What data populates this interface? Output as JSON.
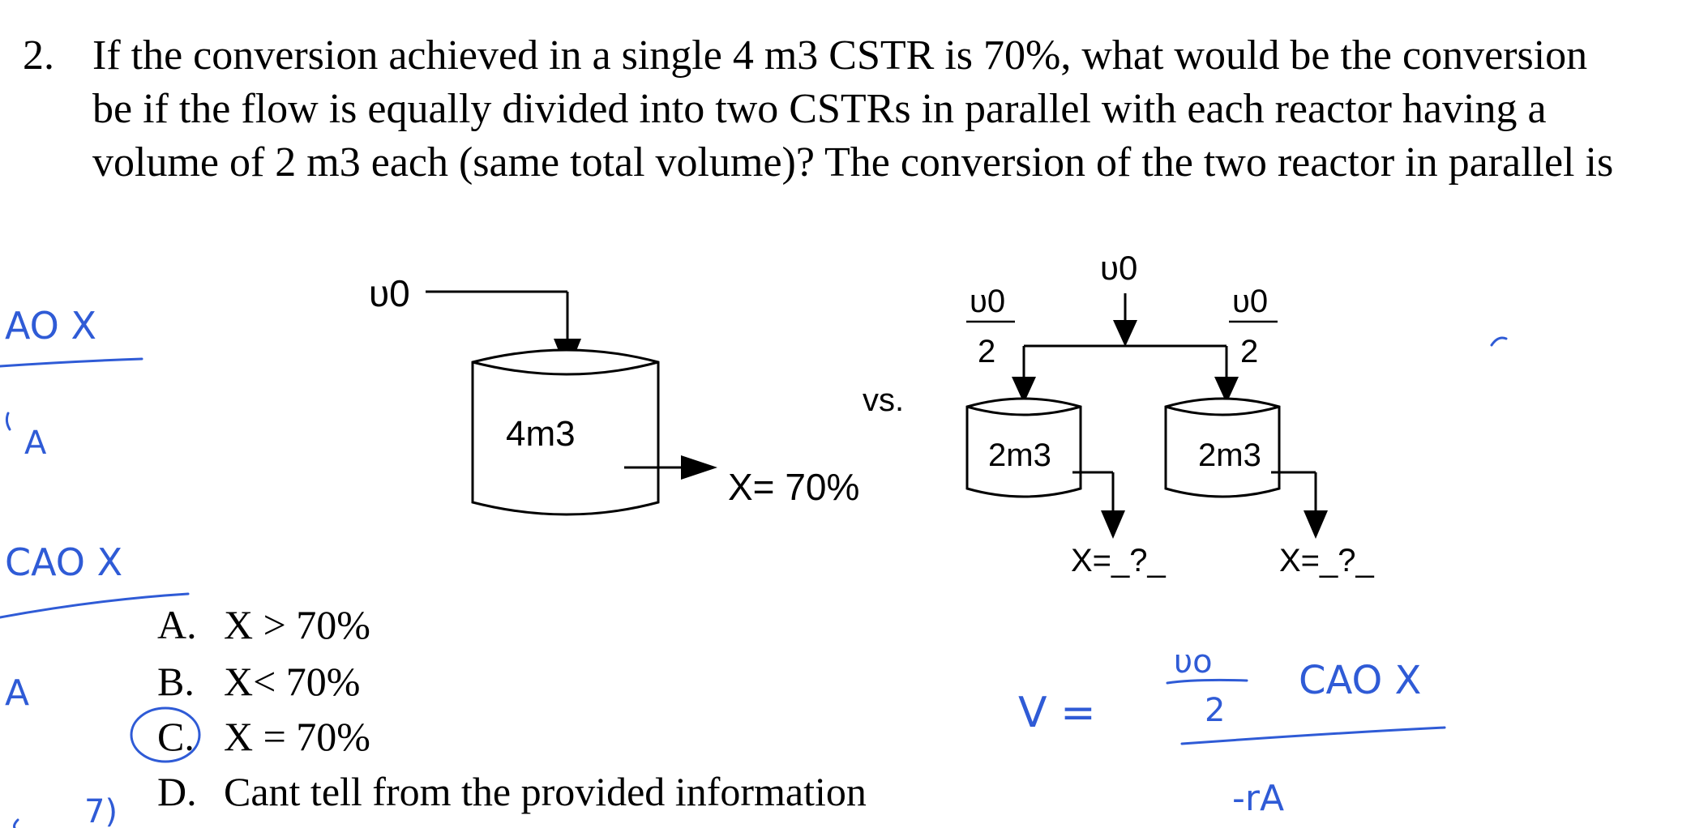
{
  "question": {
    "number": "2.",
    "lines": [
      "If the conversion achieved in a single 4 m3 CSTR is 70%, what would be the conversion",
      "be if the flow is equally divided into two CSTRs in parallel with  each reactor having a",
      "volume of 2 m3 each (same total volume)? The conversion of the two reactor in parallel is"
    ]
  },
  "diagram": {
    "single_flow": "υ0",
    "single_volume": "4m3",
    "single_conversion": "X= 70%",
    "vs": "vs.",
    "parallel_top_flow": "υ0",
    "split_numerator": "υ0",
    "split_denominator": "2",
    "reactor_left_volume": "2m3",
    "reactor_right_volume": "2m3",
    "conversion_left": "X=_?_",
    "conversion_right": "X=_?_"
  },
  "choices": [
    {
      "letter": "A.",
      "text": "X > 70%"
    },
    {
      "letter": "B.",
      "text": "X< 70%"
    },
    {
      "letter": "C.",
      "text": "X = 70%"
    },
    {
      "letter": "D.",
      "text": "Cant tell from the provided information"
    }
  ],
  "handwriting": {
    "left_1": "AO X",
    "left_2": "A",
    "left_3": "CAO X",
    "left_4": "A",
    "left_5": "7)",
    "equation_lhs": "V =",
    "equation_num": "υo",
    "equation_den": "2",
    "equation_rhs": "CAO X",
    "equation_bottom": "-rA"
  },
  "colors": {
    "ink": "#2f5bd6",
    "text": "#000000"
  }
}
